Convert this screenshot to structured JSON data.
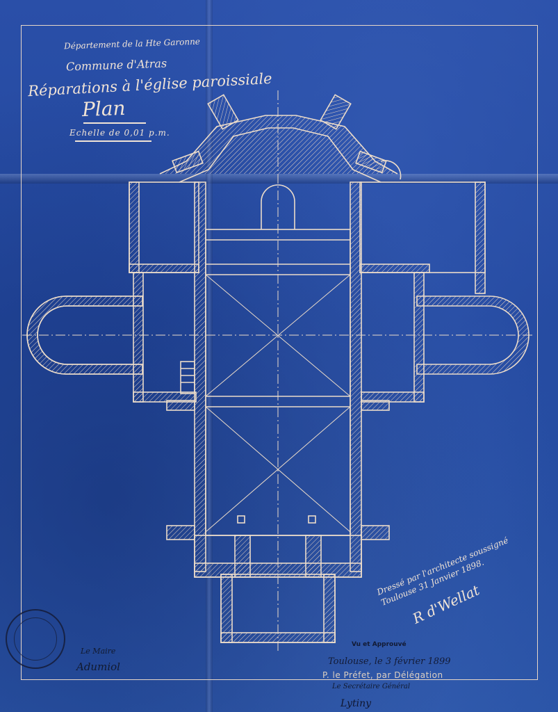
{
  "header": {
    "department": "Département de la Hte Garonne",
    "commune": "Commune d'Atras",
    "title": "Réparations à l'église paroissiale",
    "plan": "Plan",
    "scale": "Echelle de 0,01 p.m."
  },
  "annotations": {
    "dresse_line1": "Dressé par l'architecte soussigné",
    "dresse_line2": "Toulouse 31 Janvier 1898.",
    "architect_signature": "R d'Wellat",
    "vu_approuve": "Vu et Approuvé",
    "toulouse_date": "Toulouse, le 3 février 1899",
    "prefet_delegation": "P. le Préfet, par Délégation",
    "secretaire": "Le Secrétaire Général",
    "lower_signature": "Lytiny",
    "left_maire": "Le Maire",
    "left_signature": "Adumiol"
  },
  "colors": {
    "paper": "#23469a",
    "ink": "#f1e4d6",
    "stamp_ink": "#121a33"
  }
}
